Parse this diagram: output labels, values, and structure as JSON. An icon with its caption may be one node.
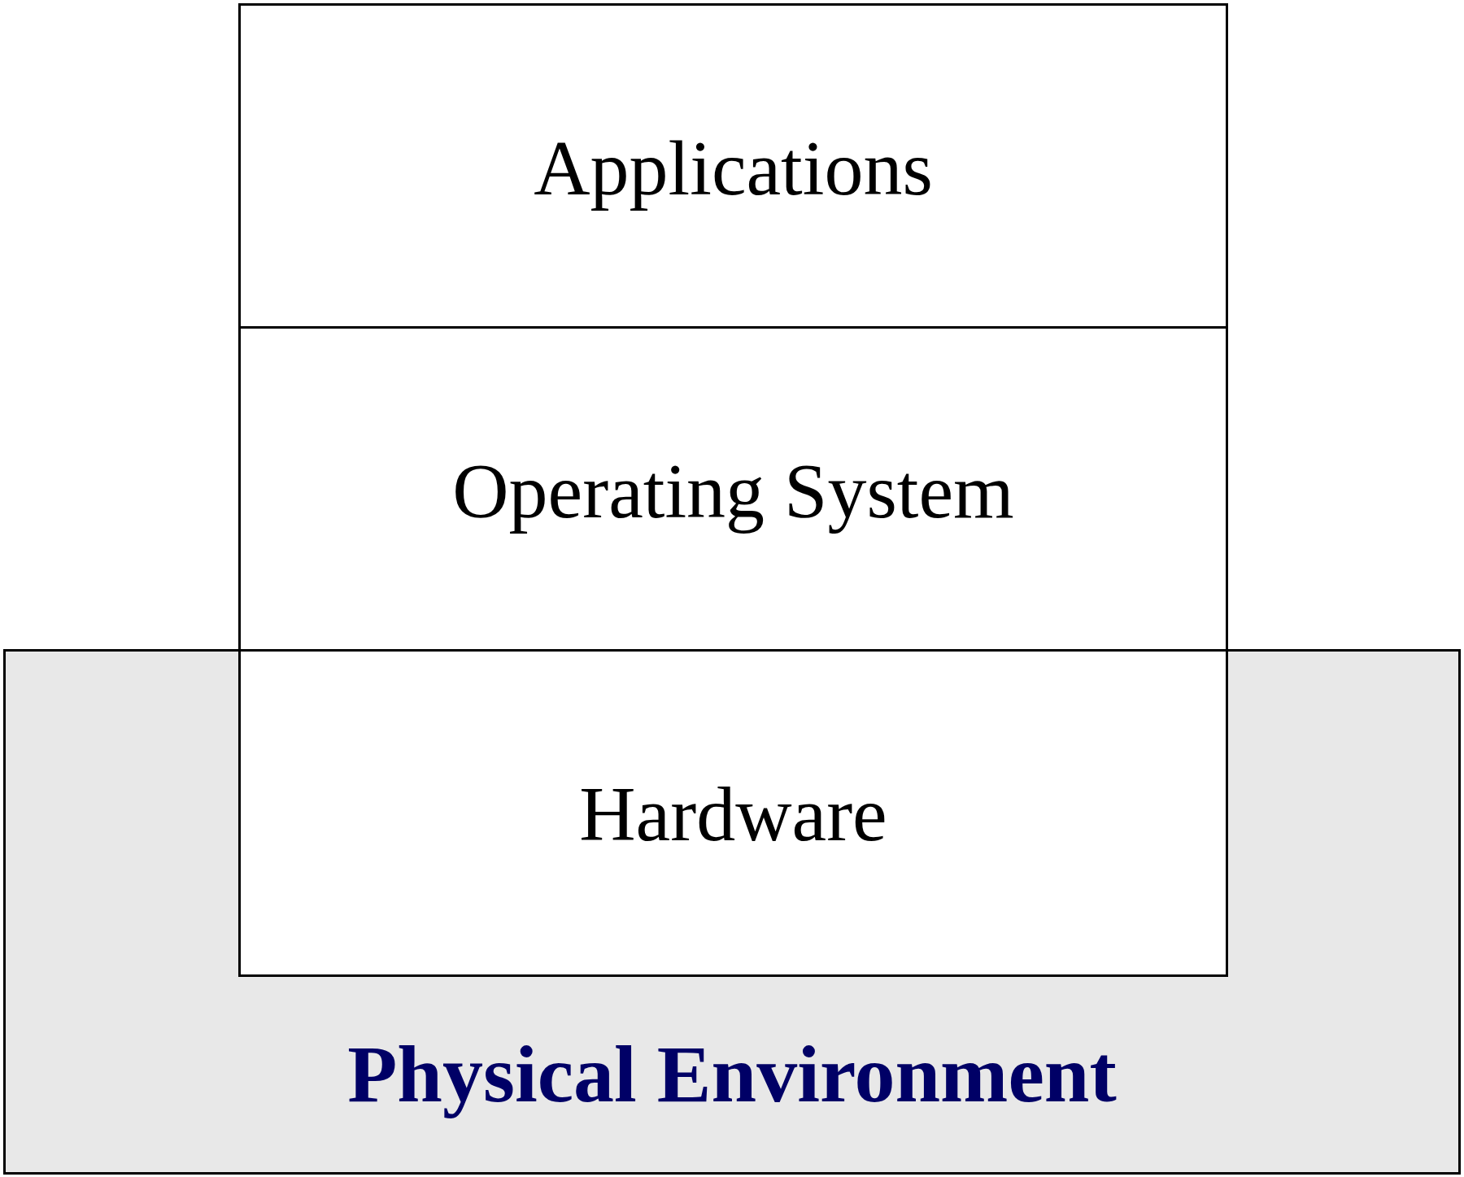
{
  "diagram": {
    "nodes": [
      {
        "text": [
          "Applications"
        ]
      },
      {
        "text": [
          "Operating System"
        ]
      },
      {
        "text": [
          "Physical Environment"
        ]
      },
      {
        "text": [
          "Hardware"
        ],
        "in": 2
      }
    ]
  }
}
